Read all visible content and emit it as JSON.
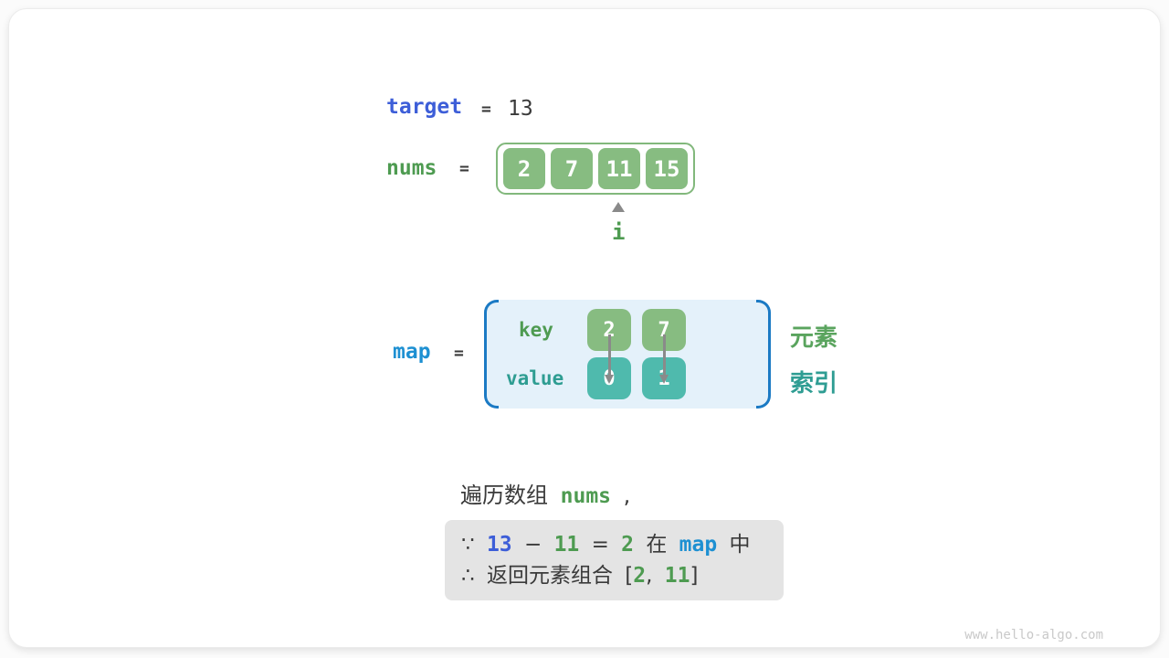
{
  "colors": {
    "royal_blue": "#3D5ED8",
    "azure_blue": "#1E90D2",
    "green_text": "#4E9B51",
    "green_cell": "#87BC81",
    "teal_cell": "#4FBAAD",
    "teal_text": "#2E9D92",
    "dark_text": "#3A3A3A",
    "map_bracket_blue": "#1B7AC4",
    "map_box_bg": "#E4F1FA",
    "note_box_bg": "#E4E4E4",
    "arrow_gray": "#8A8A8A",
    "watermark_gray": "#C9C9C9"
  },
  "target_row": {
    "label": "target",
    "equals": "=",
    "value": "13"
  },
  "nums_row": {
    "label": "nums",
    "equals": "=",
    "cells": [
      "2",
      "7",
      "11",
      "15"
    ],
    "pointer_label": "i",
    "pointer_index": 2
  },
  "map_row": {
    "label": "map",
    "equals": "=",
    "key_label": "key",
    "value_label": "value",
    "entries": [
      {
        "key": "2",
        "value": "0"
      },
      {
        "key": "7",
        "value": "1"
      }
    ],
    "side_labels": {
      "element": "元素",
      "index": "索引"
    }
  },
  "caption": {
    "prefix": "遍历数组",
    "code": "nums",
    "comma": ","
  },
  "note_box": {
    "line1": {
      "because": "∵",
      "target_value": "13",
      "minus": "−",
      "current_num": "11",
      "equals": "=",
      "complement": "2",
      "in_prefix": "在",
      "map_keyword": "map",
      "in_suffix": "中"
    },
    "line2": {
      "therefore": "∴",
      "text": "返回元素组合",
      "lbracket": "[",
      "first_num": "2",
      "comma": ",",
      "second_num": "11",
      "rbracket": "]"
    }
  },
  "watermark": "www.hello-algo.com"
}
